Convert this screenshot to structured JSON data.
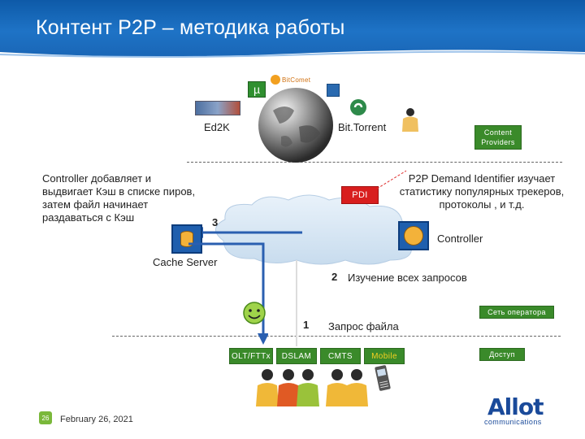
{
  "header": {
    "title": "Контент P2P – методика работы"
  },
  "labels": {
    "ed2k": "Ed2K",
    "bittorrent": "Bit.Torrent",
    "bitcomet": "BitComet",
    "content_providers": "Content Providers",
    "pdi": "PDI",
    "controller": "Controller",
    "cache_server": "Cache Server",
    "operator_network": "Сеть оператора",
    "access": "Доступ",
    "olt": "OLT/FTTx",
    "dslam": "DSLAM",
    "cmts": "CMTS",
    "mobile": "Mobile"
  },
  "notes": {
    "controller_desc": "Controller добавляет и выдвигает Кэш в списке пиров, затем файл начинает раздаваться с Кэш",
    "pdi_desc": "P2P Demand Identifier изучает статистику популярных трекеров, протоколы , и т.д.",
    "step2": "Изучение всех запросов",
    "step1": "Запрос файла"
  },
  "steps": {
    "one": "1",
    "two": "2",
    "three": "3"
  },
  "footer": {
    "page": "26",
    "date": "February 26, 2021",
    "company": "communications",
    "logo": "Allot"
  },
  "colors": {
    "header": "#1a66b6",
    "arrow": "#2a5fb0",
    "green": "#3a8a2a",
    "red": "#d81e1e"
  }
}
